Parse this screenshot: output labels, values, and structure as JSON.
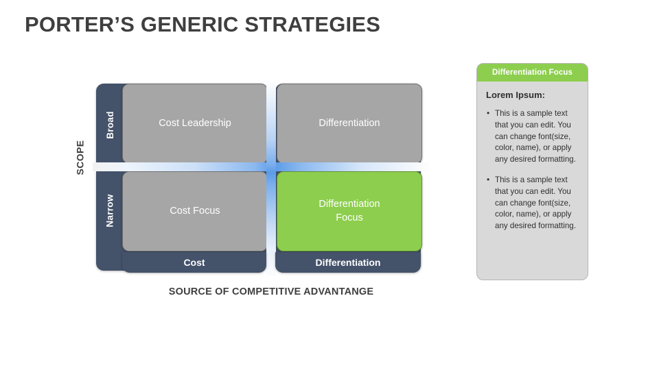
{
  "slide": {
    "title": "PORTER’S GENERIC STRATEGIES",
    "background_color": "#FFFFFF"
  },
  "matrix": {
    "y_axis_label": "SCOPE",
    "x_axis_label": "SOURCE OF COMPETITIVE ADVANTANGE",
    "scope_tiers": [
      {
        "label": "Broad"
      },
      {
        "label": "Narrow"
      }
    ],
    "advantage_tiers": [
      {
        "label": "Cost"
      },
      {
        "label": "Differentiation"
      }
    ],
    "quadrants": [
      {
        "label": "Cost Leadership",
        "fill": "#A6A6A6",
        "scope": "Broad",
        "advantage": "Cost"
      },
      {
        "label": "Differentiation",
        "fill": "#A6A6A6",
        "scope": "Broad",
        "advantage": "Differentiation"
      },
      {
        "label": "Cost Focus",
        "fill": "#A6A6A6",
        "scope": "Narrow",
        "advantage": "Cost"
      },
      {
        "label": "Differentiation\nFocus",
        "fill": "#8DCE4E",
        "scope": "Narrow",
        "advantage": "Differentiation"
      }
    ],
    "colors": {
      "plate_navy": "#44526A",
      "quadrant_gray": "#A6A6A6",
      "highlight_green": "#8DCE4E",
      "divider_blue": "#5B9BE8",
      "title_gray": "#3F3F3F"
    }
  },
  "side_panel": {
    "header": "Differentiation Focus",
    "header_color": "#8DCE4E",
    "body_color": "#D9D9D9",
    "heading": "Lorem Ipsum:",
    "bullets": [
      "This is a sample text that you can edit. You can change font(size, color, name), or apply any desired formatting.",
      "This is a sample text that you can edit. You can change font(size, color, name), or apply any desired formatting."
    ]
  }
}
